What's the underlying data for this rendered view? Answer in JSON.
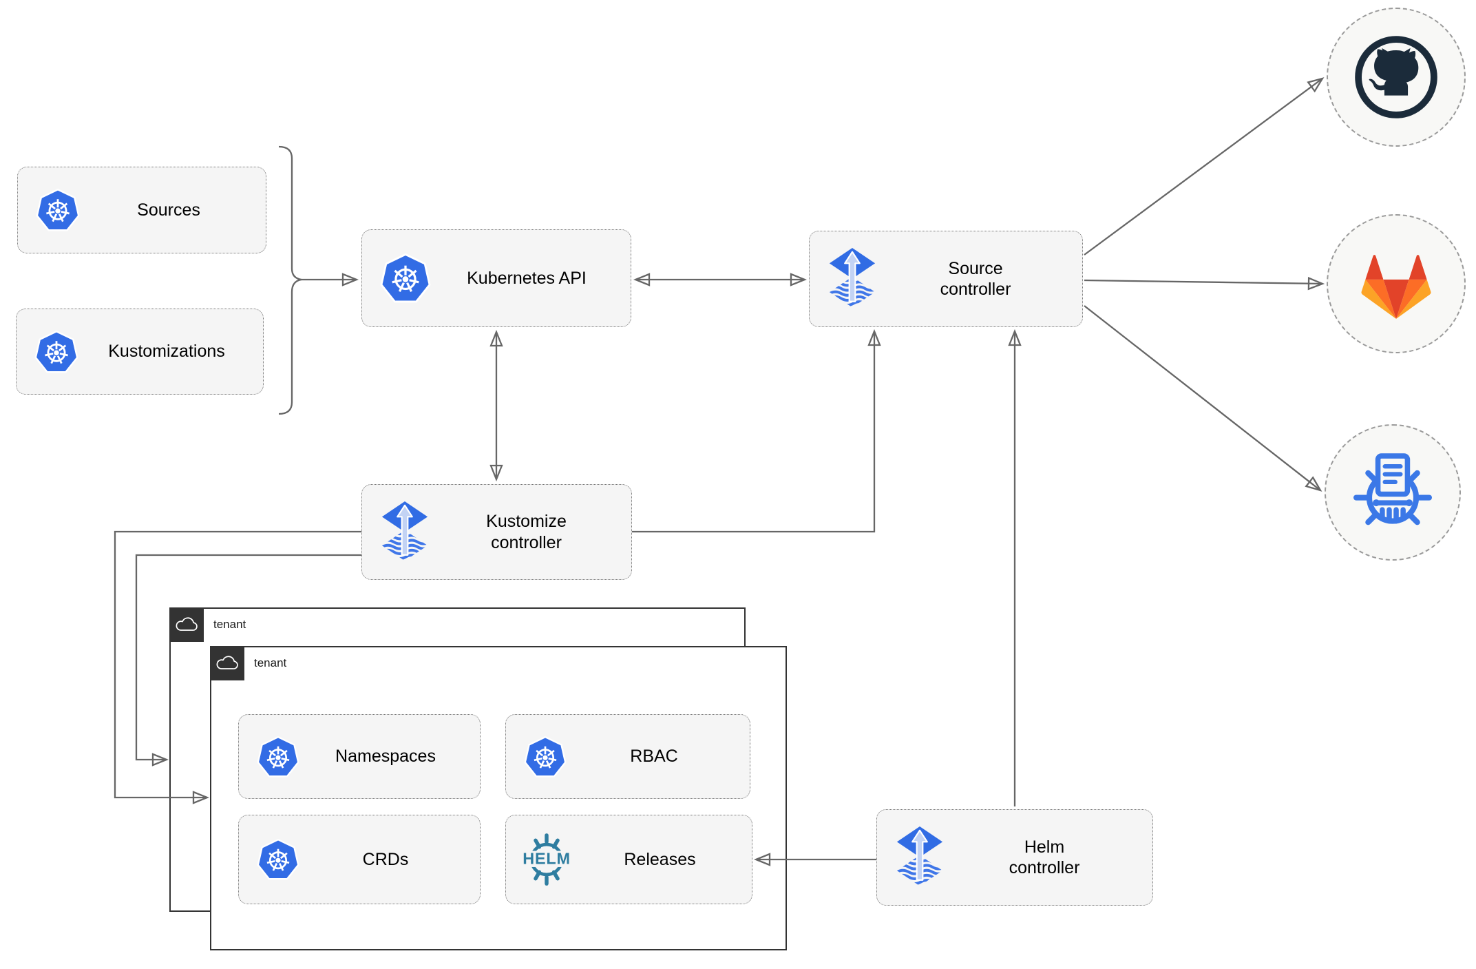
{
  "diagram": {
    "background": "#ffffff",
    "line_color": "#666666",
    "nodes": {
      "sources": {
        "label": "Sources",
        "icon": "kubernetes-icon"
      },
      "kustomizations": {
        "label": "Kustomizations",
        "icon": "kubernetes-icon"
      },
      "kubernetes_api": {
        "label": "Kubernetes API",
        "icon": "kubernetes-icon"
      },
      "source_controller": {
        "label": "Source controller",
        "icon": "flux-icon"
      },
      "kustomize_controller": {
        "label": "Kustomize controller",
        "icon": "flux-icon"
      },
      "helm_controller": {
        "label": "Helm controller",
        "icon": "flux-icon"
      },
      "namespaces": {
        "label": "Namespaces",
        "icon": "kubernetes-icon"
      },
      "rbac": {
        "label": "RBAC",
        "icon": "kubernetes-icon"
      },
      "crds": {
        "label": "CRDs",
        "icon": "kubernetes-icon"
      },
      "releases": {
        "label": "Releases",
        "icon": "helm-icon",
        "icon_text": "HELM"
      }
    },
    "tenants": {
      "back": {
        "label": "tenant",
        "icon": "cloud-icon"
      },
      "front": {
        "label": "tenant",
        "icon": "cloud-icon"
      }
    },
    "remotes": {
      "github": {
        "icon": "github-icon"
      },
      "gitlab": {
        "icon": "gitlab-icon"
      },
      "chart_repository": {
        "icon": "chartmuseum-icon"
      }
    },
    "colors": {
      "node_fill": "#f5f5f5",
      "node_border": "#757575",
      "tenant_border": "#333333",
      "remote_fill": "#f8f8f6",
      "kubernetes_blue": "#326ce5",
      "flux_blue": "#316ce4",
      "flux_arrow_light": "#c3d3f4",
      "helm_teal": "#2e7da0",
      "chartmuseum_blue": "#3b78e7",
      "github_dark": "#1b2b3a",
      "gitlab_red": "#e24329",
      "gitlab_orange": "#fc6d26",
      "gitlab_amber": "#fca326"
    },
    "edges": [
      {
        "from": "sources_and_kustomizations_brace",
        "to": "kubernetes_api",
        "arrow": "end"
      },
      {
        "from": "kubernetes_api",
        "to": "source_controller",
        "arrow": "both"
      },
      {
        "from": "kubernetes_api",
        "to": "kustomize_controller",
        "arrow": "both"
      },
      {
        "from": "kustomize_controller",
        "to": "source_controller",
        "arrow": "end"
      },
      {
        "from": "helm_controller",
        "to": "source_controller",
        "arrow": "end"
      },
      {
        "from": "source_controller",
        "to": "github",
        "arrow": "end"
      },
      {
        "from": "source_controller",
        "to": "gitlab",
        "arrow": "end"
      },
      {
        "from": "source_controller",
        "to": "chart_repository",
        "arrow": "end"
      },
      {
        "from": "kustomize_controller",
        "to": "tenant_front",
        "arrow": "end"
      },
      {
        "from": "kustomize_controller",
        "to": "tenant_back",
        "arrow": "end"
      },
      {
        "from": "helm_controller",
        "to": "releases",
        "arrow": "end"
      }
    ]
  }
}
